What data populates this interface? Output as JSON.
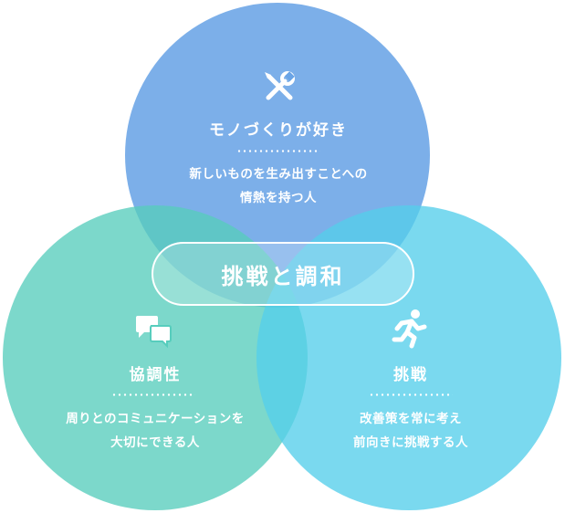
{
  "colors": {
    "top_circle": "#6aa4e6",
    "left_circle": "#57cdbd",
    "right_circle": "#54ceeb",
    "text": "#ffffff"
  },
  "center": {
    "label": "挑戦と調和"
  },
  "top": {
    "icon": "tools-icon",
    "title": "モノづくりが好き",
    "desc_line1": "新しいものを生み出すことへの",
    "desc_line2": "情熱を持つ人"
  },
  "left": {
    "icon": "chat-bubbles-icon",
    "title": "協調性",
    "desc_line1": "周りとのコミュニケーションを",
    "desc_line2": "大切にできる人"
  },
  "right": {
    "icon": "running-person-icon",
    "title": "挑戦",
    "desc_line1": "改善策を常に考え",
    "desc_line2": "前向きに挑戦する人"
  }
}
